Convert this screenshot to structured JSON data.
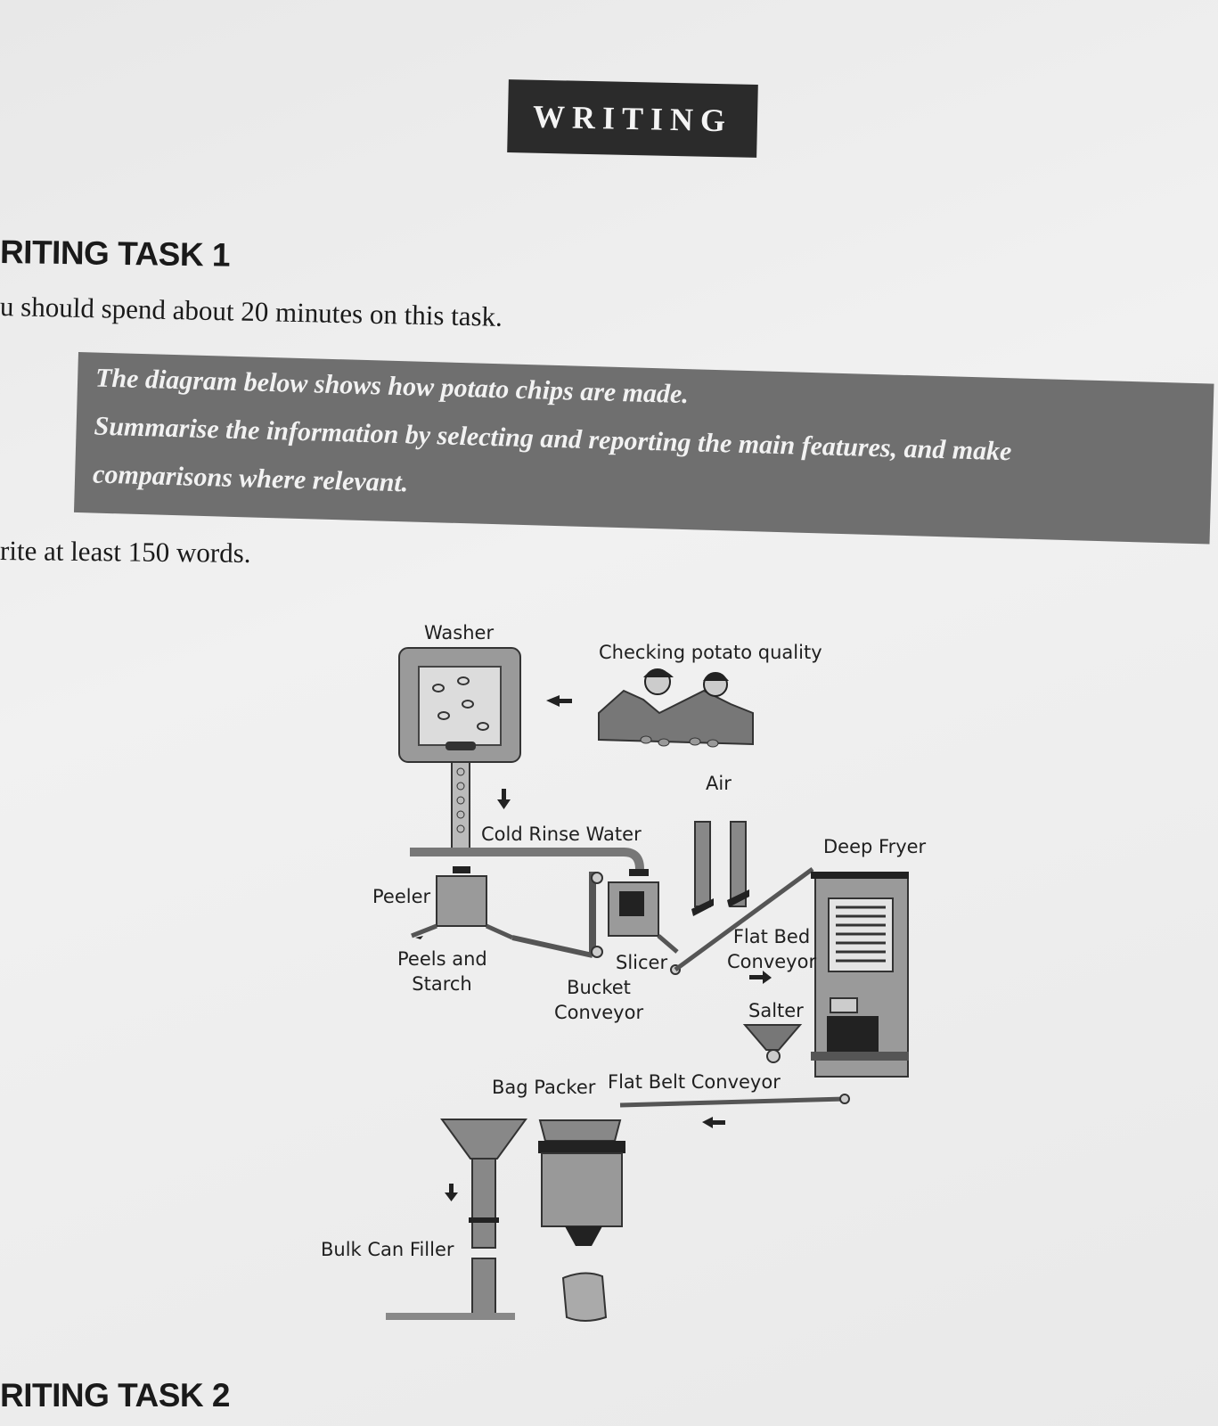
{
  "header": {
    "section_title": "WRITING"
  },
  "task1": {
    "heading": "RITING TASK 1",
    "time_instruction": "u should spend about 20 minutes on this task.",
    "prompt": {
      "line1": "The diagram below shows how potato chips are made.",
      "line2": "Summarise the information by selecting and reporting the main features, and make",
      "line3": "comparisons where relevant."
    },
    "word_instruction": "rite at least 150 words."
  },
  "diagram": {
    "washer": "Washer",
    "checking": "Checking potato quality",
    "air": "Air",
    "cold_rinse": "Cold Rinse Water",
    "deep_fryer": "Deep Fryer",
    "peeler": "Peeler",
    "peels_starch_1": "Peels and",
    "peels_starch_2": "Starch",
    "slicer": "Slicer",
    "flat_bed_1": "Flat Bed",
    "flat_bed_2": "Conveyor",
    "bucket_1": "Bucket",
    "bucket_2": "Conveyor",
    "salter": "Salter",
    "bag_packer": "Bag Packer",
    "flat_belt": "Flat Belt Conveyor",
    "bulk_can": "Bulk Can Filler"
  },
  "task2": {
    "heading": "RITING TASK 2"
  }
}
